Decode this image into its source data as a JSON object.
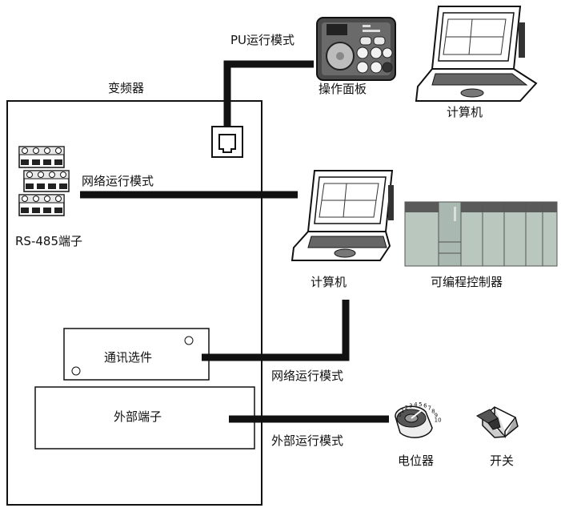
{
  "labels": {
    "inverter": "变频器",
    "pu_mode": "PU运行模式",
    "operation_panel": "操作面板",
    "computer_top": "计算机",
    "network_mode_top": "网络运行模式",
    "rs485": "RS-485端子",
    "computer_mid": "计算机",
    "plc": "可编程控制器",
    "comm_option": "通讯选件",
    "network_mode_bottom": "网络运行模式",
    "external_terminal": "外部端子",
    "external_mode": "外部运行模式",
    "potentiometer": "电位器",
    "switch": "开关"
  },
  "potentiometer_scale": [
    "0",
    "1",
    "2",
    "3",
    "4",
    "5",
    "6",
    "7",
    "8",
    "9",
    "10"
  ],
  "colors": {
    "line": "#111111",
    "device_dark": "#3a3a3a",
    "plc_fill": "#b9c7bf",
    "plc_top": "#5a5a5a"
  }
}
